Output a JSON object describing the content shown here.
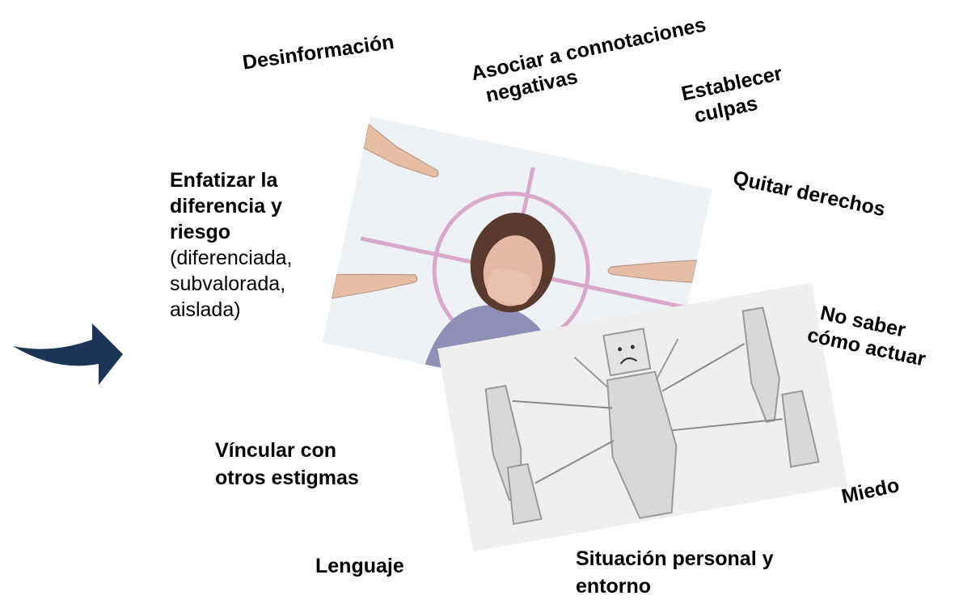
{
  "labels": {
    "desinformacion": "Desinformación",
    "connotaciones_1": "Asociar a connotaciones",
    "connotaciones_2": "negativas",
    "culpas_1": "Establecer",
    "culpas_2": "culpas",
    "quitar": "Quitar derechos",
    "enfatizar_1": "Enfatizar la",
    "enfatizar_2": "diferencia y",
    "enfatizar_3": "riesgo",
    "enfatizar_4": "(diferenciada,",
    "enfatizar_5": "subvalorada,",
    "enfatizar_6": "aislada)",
    "no_saber_1": "No saber",
    "no_saber_2": "cómo actuar",
    "vincular_1": "Víncular con",
    "vincular_2": "otros estigmas",
    "miedo": "Miedo",
    "lenguaje": "Lenguaje",
    "situacion_1": "Situación personal y",
    "situacion_2": "entorno"
  },
  "colors": {
    "arrow": "#1c3557",
    "target": "#d9a9c9"
  },
  "icons": {
    "arrow": "curved-arrow-icon"
  }
}
